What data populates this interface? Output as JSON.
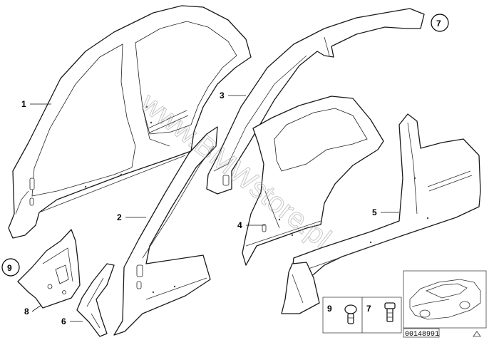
{
  "callouts": [
    {
      "id": "c1",
      "label": "1"
    },
    {
      "id": "c2",
      "label": "2"
    },
    {
      "id": "c3",
      "label": "3"
    },
    {
      "id": "c4",
      "label": "4"
    },
    {
      "id": "c5",
      "label": "5"
    },
    {
      "id": "c6",
      "label": "6"
    },
    {
      "id": "c8",
      "label": "8"
    }
  ],
  "circle_callouts": {
    "seven": "7",
    "nine": "9"
  },
  "fasteners": {
    "nine": "9",
    "seven": "7"
  },
  "watermark": "www.BMWstore.pl",
  "drawing_number": "00148991",
  "colors": {
    "line": "#1a1a1a",
    "background": "#ffffff",
    "watermark": "#9a9a9a"
  }
}
